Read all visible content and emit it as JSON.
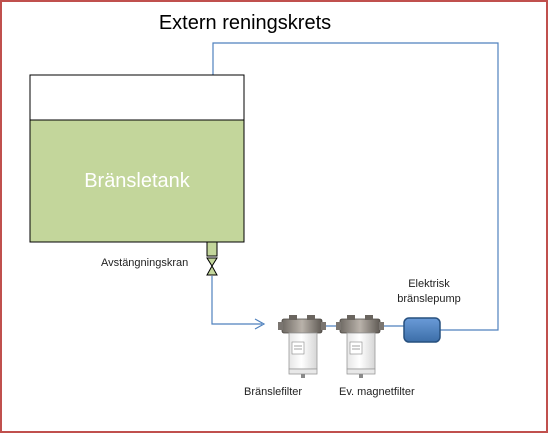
{
  "title": "Extern reningskrets",
  "tank": {
    "label": "Bränsletank",
    "fill_color": "#c3d69b"
  },
  "valve": {
    "label": "Avstängningskran"
  },
  "pump": {
    "label_line1": "Elektrisk",
    "label_line2": "bränslepump",
    "color": "#4f81bd"
  },
  "filters": [
    {
      "label": "Bränslefilter"
    },
    {
      "label": "Ev. magnetfilter"
    }
  ],
  "colors": {
    "frame": "#c0504d",
    "pipe": "#4f81bd"
  }
}
